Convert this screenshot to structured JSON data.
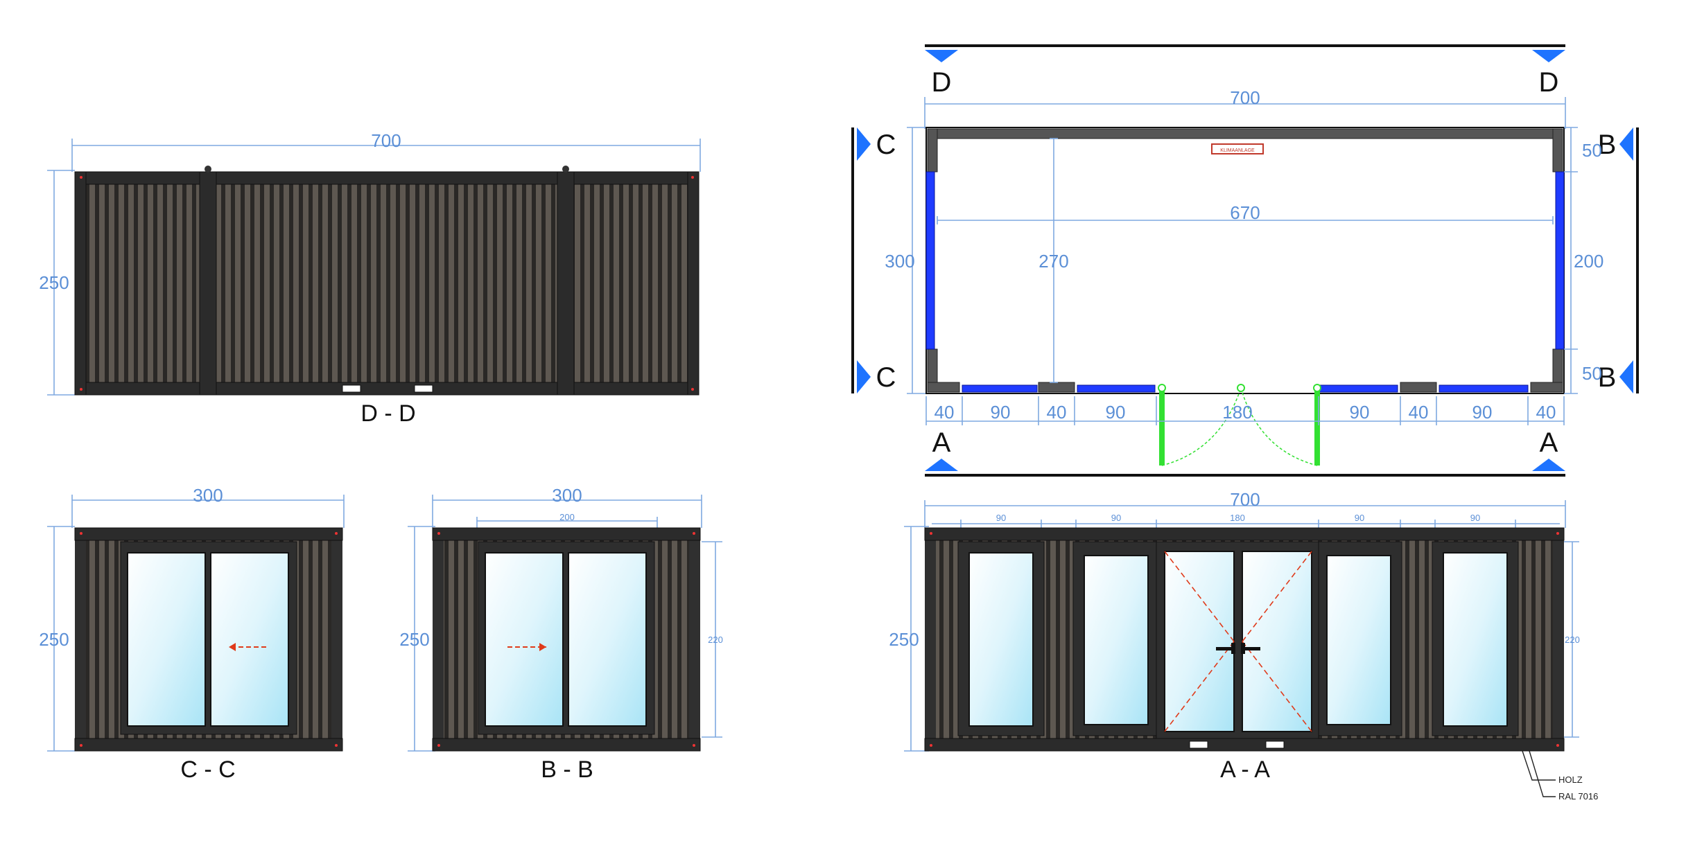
{
  "colors": {
    "frame": "#2e2e2e",
    "cladding": "#57524c",
    "dimension": "#5b8fd6",
    "window_blue": "#1f3bff",
    "door_green": "#32e032",
    "section_marker": "#1e73ff",
    "open_arrow": "#e03a1a",
    "glass": "#d2f1fb"
  },
  "elevations": {
    "dd": {
      "title": "D - D",
      "width": "700",
      "height": "250"
    },
    "cc": {
      "title": "C - C",
      "width": "300",
      "height": "250"
    },
    "bb": {
      "title": "B - B",
      "width": "300",
      "height": "250",
      "window_width": "200",
      "window_height": "220"
    },
    "aa": {
      "title": "A - A",
      "width": "700",
      "height": "250",
      "window_height": "220",
      "segments": [
        "90",
        "90",
        "180",
        "90",
        "90"
      ],
      "notes": [
        "HOLZ",
        "RAL 7016"
      ]
    }
  },
  "plan": {
    "total_width": "700",
    "inner_width": "670",
    "depth": "300",
    "inner_depth": "270",
    "right_segments": [
      "50",
      "200",
      "50"
    ],
    "bottom_segments": [
      "40",
      "90",
      "40",
      "90",
      "180",
      "90",
      "40",
      "90",
      "40"
    ],
    "ac_label": "KLIMAANLAGE",
    "section_marks": {
      "a": "A",
      "b": "B",
      "c": "C",
      "d": "D"
    }
  }
}
